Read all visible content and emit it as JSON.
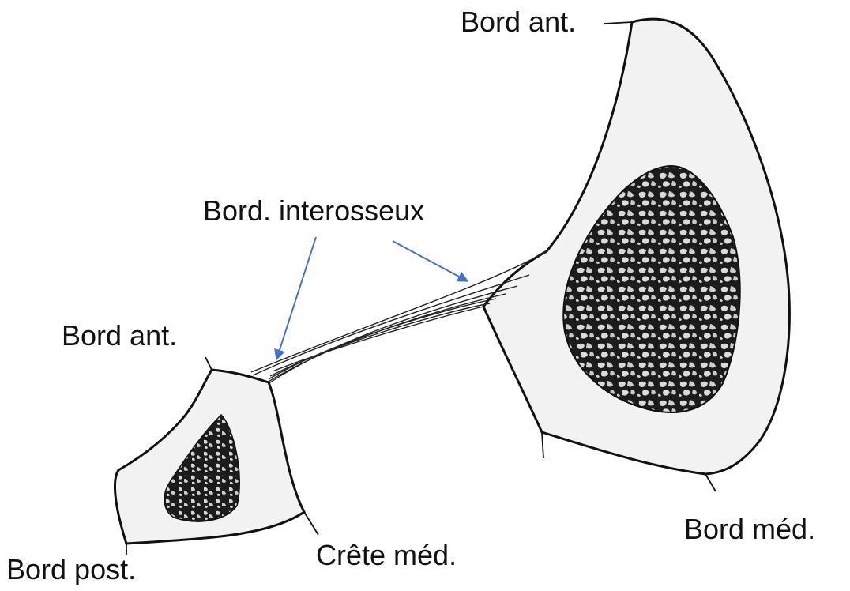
{
  "labels": {
    "bord_ant_top": "Bord ant.",
    "bord_interosseux": "Bord. interosseux",
    "bord_ant_left": "Bord ant.",
    "bord_med": "Bord méd.",
    "crete_med": "Crête méd.",
    "bord_post": "Bord post."
  },
  "colors": {
    "bone_fill": "#f2f2f2",
    "outline": "#111111",
    "marrow": "#1a1a1a",
    "arrow": "#4472c4"
  }
}
